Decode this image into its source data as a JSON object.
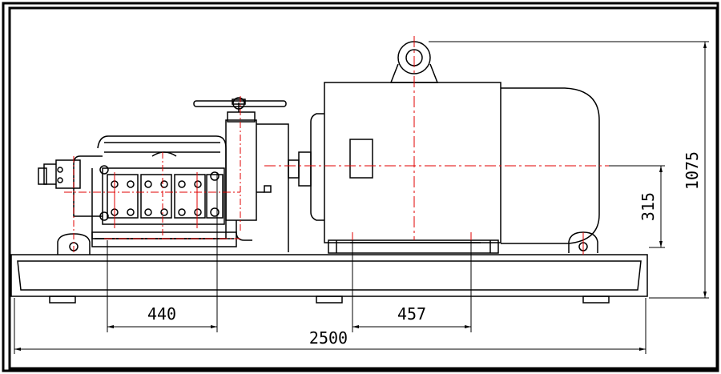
{
  "drawing": {
    "dimensions": {
      "overall_length": "2500",
      "overall_height": "1075",
      "shaft_center_height": "315",
      "pump_foot_spacing": "440",
      "motor_foot_spacing": "457"
    }
  },
  "colors": {
    "line": "#000000",
    "centerline": "#e00000",
    "frame": "#000000",
    "background": "#ffffff"
  }
}
